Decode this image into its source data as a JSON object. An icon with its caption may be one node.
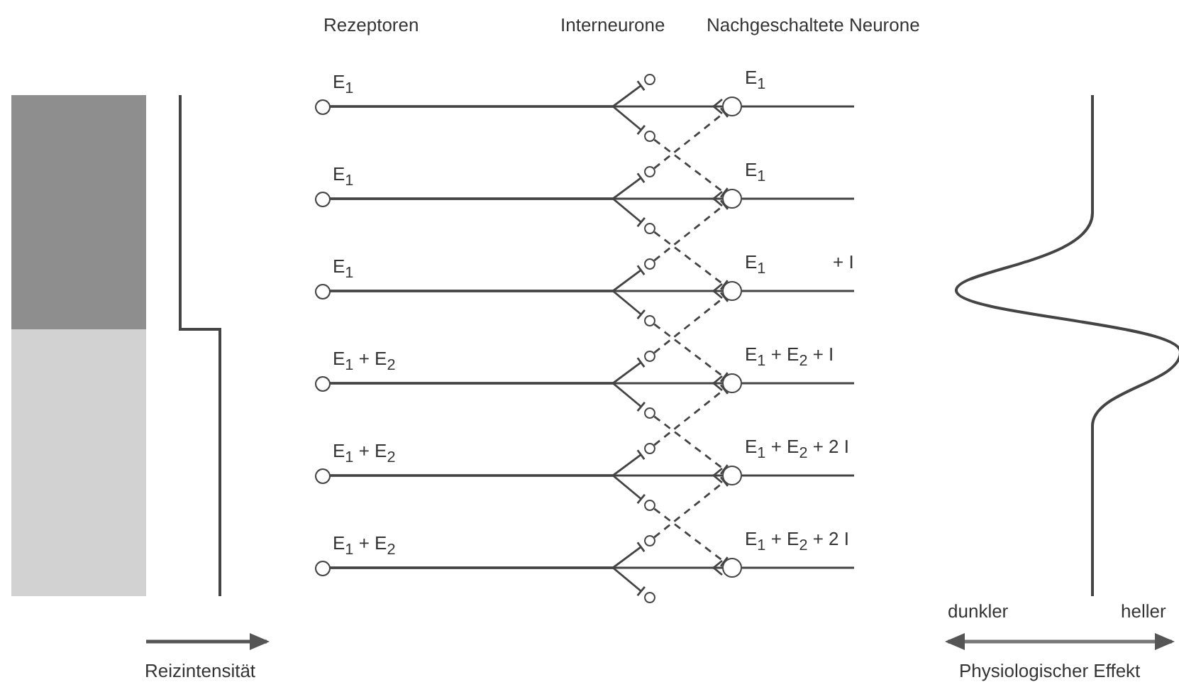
{
  "diagram": {
    "nodes": [
      {
        "text": [],
        "shape": "circle",
        "beside": [
          "E$_{1}$"
        ]
      },
      {
        "text": [],
        "shape": "circle",
        "beside": [
          "E$_{1}$"
        ]
      },
      {
        "text": [],
        "shape": "circle",
        "beside": [
          "E$_{1}$"
        ]
      },
      {
        "text": [],
        "shape": "circle",
        "beside": [
          "E$_{1}$ + E$_{2}$"
        ]
      },
      {
        "text": [],
        "shape": "circle",
        "beside": [
          "E$_{1}$ + E$_{2}$"
        ]
      },
      {
        "text": [],
        "shape": "circle",
        "beside": [
          "E$_{1}$ + E$_{2}$"
        ]
      },
      {
        "text": [],
        "shape": "circle",
        "beside": [
          "E$_{1}$"
        ]
      },
      {
        "text": [],
        "shape": "circle",
        "beside": [
          "E$_{1}$"
        ]
      },
      {
        "text": [],
        "shape": "circle",
        "beside": [
          "E$_{1}$",
          "+ I"
        ]
      },
      {
        "text": [],
        "shape": "circle",
        "beside": [
          "E$_{1}$ + E$_{2}$  + I"
        ]
      },
      {
        "text": [],
        "shape": "circle",
        "beside": [
          "E$_{1}$ + E$_{2}$ + 2 I"
        ]
      },
      {
        "text": [],
        "shape": "circle",
        "beside": [
          "E$_{1}$ + E$_{2}$ + 2 I"
        ]
      },
      {
        "text": [],
        "shape": "circle"
      },
      {
        "text": [],
        "shape": "circle"
      },
      {
        "text": [],
        "shape": "circle"
      },
      {
        "text": [],
        "shape": "circle"
      },
      {
        "text": [],
        "shape": "circle"
      },
      {
        "text": [],
        "shape": "circle"
      },
      {
        "text": [],
        "shape": "circle"
      },
      {
        "text": [],
        "shape": "circle"
      },
      {
        "text": [],
        "shape": "circle"
      },
      {
        "text": [],
        "shape": "circle"
      },
      {
        "text": [],
        "shape": "circle"
      },
      {
        "text": [],
        "shape": "circle"
      }
    ],
    "edges": [
      {
        "from": 0,
        "to": 6,
        "arrow": "other"
      },
      {
        "from": 1,
        "to": 7,
        "arrow": "other"
      },
      {
        "from": 2,
        "to": 8,
        "arrow": "other"
      },
      {
        "from": 3,
        "to": 9,
        "arrow": "other"
      },
      {
        "from": 4,
        "to": 10,
        "arrow": "other"
      },
      {
        "from": 5,
        "to": 11,
        "arrow": "other"
      },
      {
        "from": 0,
        "to": 12,
        "arrow": "other"
      },
      {
        "from": 0,
        "to": 13,
        "arrow": "other"
      },
      {
        "from": 1,
        "to": 14,
        "arrow": "other"
      },
      {
        "from": 1,
        "to": 15,
        "arrow": "other"
      },
      {
        "from": 2,
        "to": 16,
        "arrow": "other"
      },
      {
        "from": 2,
        "to": 17,
        "arrow": "other"
      },
      {
        "from": 3,
        "to": 18,
        "arrow": "other"
      },
      {
        "from": 3,
        "to": 19,
        "arrow": "other"
      },
      {
        "from": 4,
        "to": 20,
        "arrow": "other"
      },
      {
        "from": 4,
        "to": 21,
        "arrow": "other"
      },
      {
        "from": 5,
        "to": 22,
        "arrow": "other"
      },
      {
        "from": 5,
        "to": 23,
        "arrow": "other"
      },
      {
        "from": 13,
        "to": 7,
        "arrow": "other",
        "style": "dashed"
      },
      {
        "from": 14,
        "to": 6,
        "arrow": "other",
        "style": "dashed"
      },
      {
        "from": 15,
        "to": 8,
        "arrow": "other",
        "style": "dashed"
      },
      {
        "from": 16,
        "to": 7,
        "arrow": "other",
        "style": "dashed"
      },
      {
        "from": 17,
        "to": 9,
        "arrow": "other",
        "style": "dashed"
      },
      {
        "from": 18,
        "to": 8,
        "arrow": "other",
        "style": "dashed"
      },
      {
        "from": 19,
        "to": 10,
        "arrow": "other",
        "style": "dashed"
      },
      {
        "from": 20,
        "to": 9,
        "arrow": "other",
        "style": "dashed"
      },
      {
        "from": 21,
        "to": 11,
        "arrow": "other",
        "style": "dashed"
      },
      {
        "from": 22,
        "to": 10,
        "arrow": "other",
        "style": "dashed"
      },
      {
        "from": 6,
        "to": null,
        "arrow": "none"
      },
      {
        "from": 7,
        "to": null,
        "arrow": "none"
      },
      {
        "from": 8,
        "to": null,
        "arrow": "none"
      },
      {
        "from": 9,
        "to": null,
        "arrow": "none"
      },
      {
        "from": 10,
        "to": null,
        "arrow": "none"
      },
      {
        "from": 11,
        "to": null,
        "arrow": "none"
      }
    ],
    "labels": [
      "Rezeptoren",
      "Interneurone",
      "Nachgeschaltete Neurone",
      "dunkler",
      "heller",
      "Reizintensität",
      "Physiologischer Effekt"
    ]
  }
}
